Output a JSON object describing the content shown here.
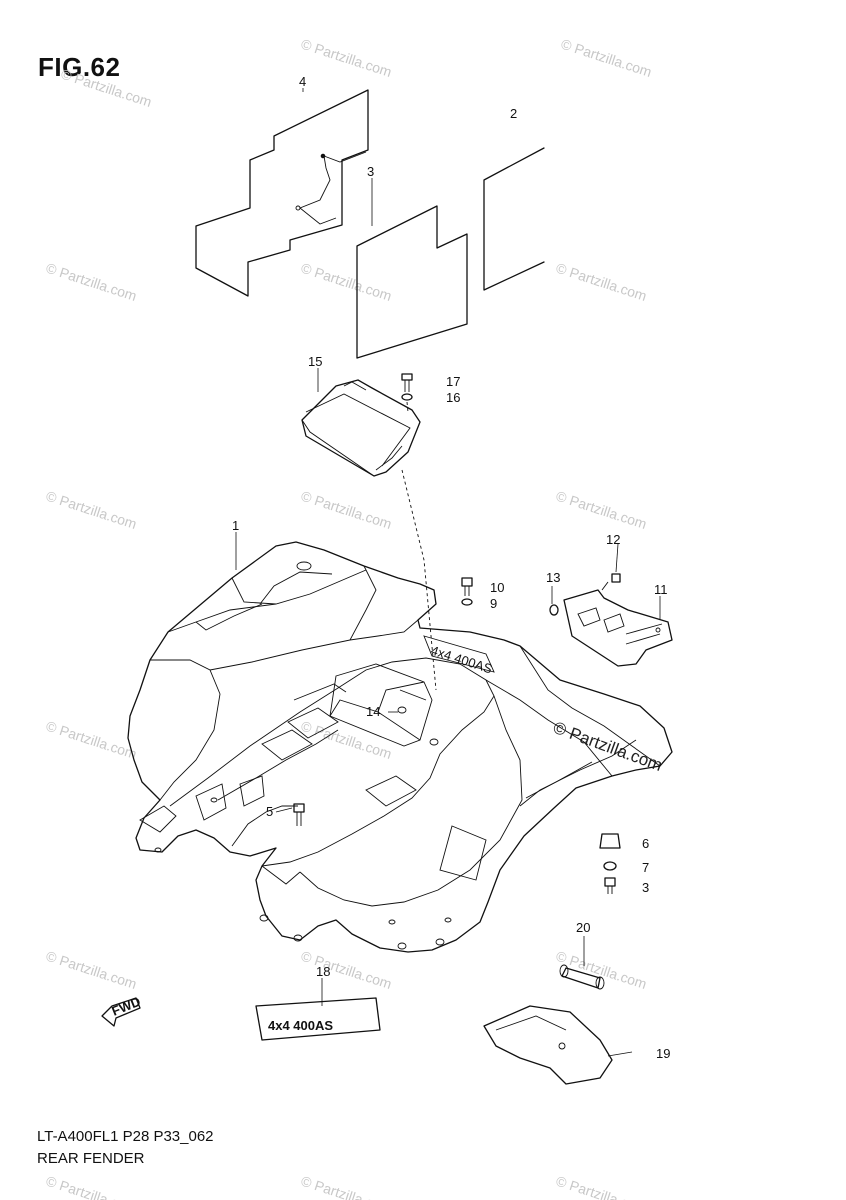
{
  "figure": {
    "title": "FIG.62",
    "model_code": "LT-A400FL1 P28 P33_062",
    "section_name": "REAR FENDER"
  },
  "watermark": {
    "text": "© Partzilla.com"
  },
  "fwd_badge": "FWD",
  "decal_text": "4x4 400AS",
  "callouts": [
    {
      "id": "c1",
      "label": "1"
    },
    {
      "id": "c2",
      "label": "2"
    },
    {
      "id": "c3a",
      "label": "3"
    },
    {
      "id": "c3b",
      "label": "3"
    },
    {
      "id": "c4",
      "label": "4"
    },
    {
      "id": "c5",
      "label": "5"
    },
    {
      "id": "c6",
      "label": "6"
    },
    {
      "id": "c7",
      "label": "7"
    },
    {
      "id": "c9",
      "label": "9"
    },
    {
      "id": "c10",
      "label": "10"
    },
    {
      "id": "c11",
      "label": "11"
    },
    {
      "id": "c12",
      "label": "12"
    },
    {
      "id": "c13",
      "label": "13"
    },
    {
      "id": "c14",
      "label": "14"
    },
    {
      "id": "c15",
      "label": "15"
    },
    {
      "id": "c16",
      "label": "16"
    },
    {
      "id": "c17",
      "label": "17"
    },
    {
      "id": "c18",
      "label": "18"
    },
    {
      "id": "c19",
      "label": "19"
    },
    {
      "id": "c20",
      "label": "20"
    }
  ]
}
